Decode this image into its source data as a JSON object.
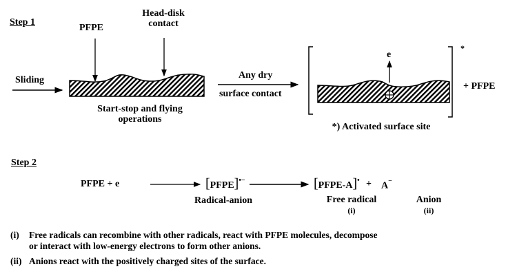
{
  "step1": {
    "title": "Step 1",
    "pfpe_label": "PFPE",
    "head_disk_line1": "Head-disk",
    "head_disk_line2": "contact",
    "sliding": "Sliding",
    "ops_line1": "Start-stop and flying",
    "ops_line2": "operations",
    "any_dry": "Any dry",
    "surface_contact": "surface contact",
    "electron": "e",
    "plus_site": "⊕",
    "asterisk": "*",
    "plus_pfpe": "+ PFPE",
    "activated_caption": "*) Activated surface site"
  },
  "step2": {
    "title": "Step 2",
    "reactant": "PFPE + e",
    "radical_anion_formula": "PFPE",
    "radical_anion_charge": "•−",
    "radical_anion_label": "Radical-anion",
    "free_radical_formula": "PFPE-A",
    "free_radical_charge": "•",
    "plus": "+",
    "anion_formula": "A",
    "anion_charge": "−",
    "free_radical_label": "Free radical",
    "free_radical_ref": "(i)",
    "anion_label": "Anion",
    "anion_ref": "(ii)"
  },
  "notes": [
    {
      "marker": "(i)",
      "line1": "Free radicals can recombine with other radicals, react with PFPE molecules, decompose",
      "line2": "or interact with low-energy electrons to form other anions."
    },
    {
      "marker": "(ii)",
      "line1": "Anions react with the positively charged sites of the surface."
    }
  ]
}
